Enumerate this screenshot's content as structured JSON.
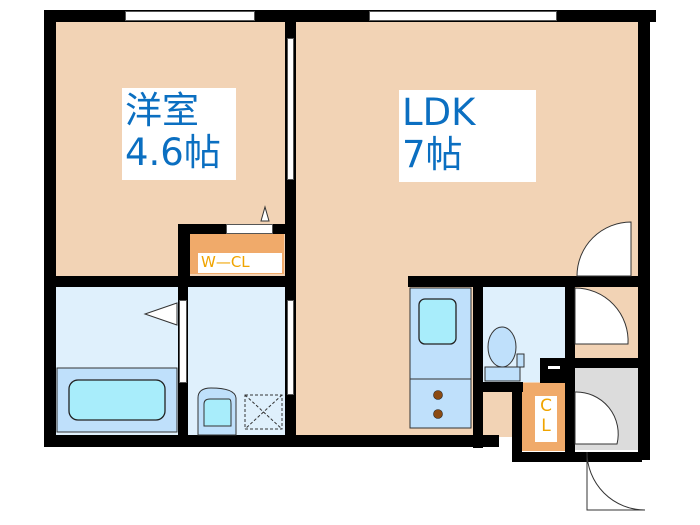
{
  "floorplan": {
    "rooms": [
      {
        "id": "western-room",
        "name": "洋室",
        "size": "4.6帖"
      },
      {
        "id": "ldk",
        "name": "LDK",
        "size": "7帖"
      },
      {
        "id": "walk-in-closet",
        "name": "W—CL"
      },
      {
        "id": "closet",
        "name_line1": "C",
        "name_line2": "L"
      }
    ],
    "fixtures": [
      "bathtub",
      "washbasin",
      "washing-machine-space",
      "kitchen-sink",
      "stove",
      "toilet"
    ],
    "colors": {
      "living_floor": "#f2d3b5",
      "wet_area": "#dff0fc",
      "closet": "#f0aa6a",
      "entrance": "#dcdcdc",
      "label_text": "#0b6fc1",
      "closet_label_text": "#f0a400",
      "wall": "#000000"
    }
  }
}
